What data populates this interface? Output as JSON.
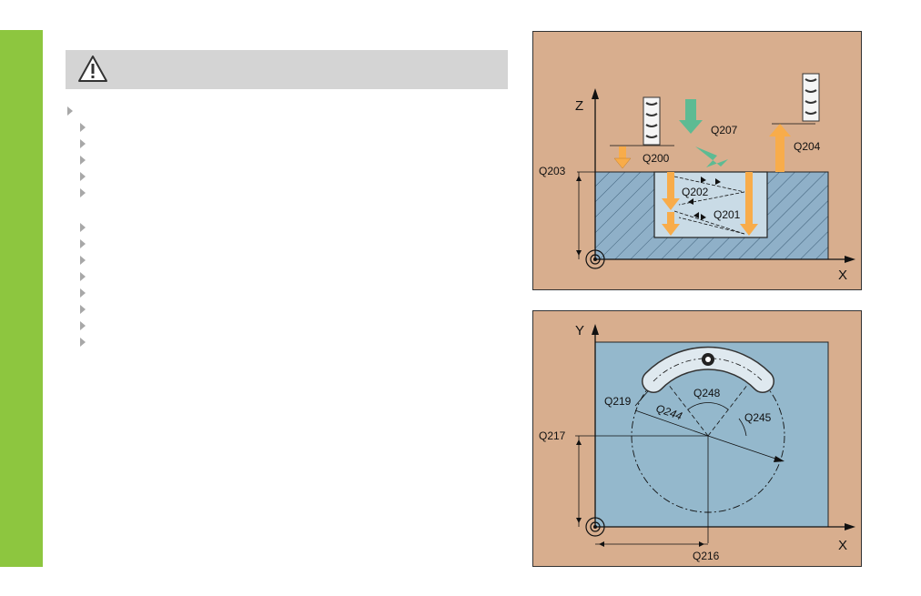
{
  "page": {
    "accent_color": "#8dc63f",
    "warning_bar_color": "#d4d4d4",
    "figure_background": "#d8ae8e",
    "warning_icon": "warning-triangle-icon",
    "bullet_icon": "triangle-bullet-icon"
  },
  "figure1": {
    "axis_z": "Z",
    "axis_x": "X",
    "labels": {
      "q200": "Q200",
      "q201": "Q201",
      "q202": "Q202",
      "q203": "Q203",
      "q204": "Q204",
      "q207": "Q207"
    }
  },
  "figure2": {
    "axis_y": "Y",
    "axis_x": "X",
    "labels": {
      "q216": "Q216",
      "q217": "Q217",
      "q219": "Q219",
      "q244": "Q244",
      "q245": "Q245",
      "q248": "Q248"
    }
  }
}
